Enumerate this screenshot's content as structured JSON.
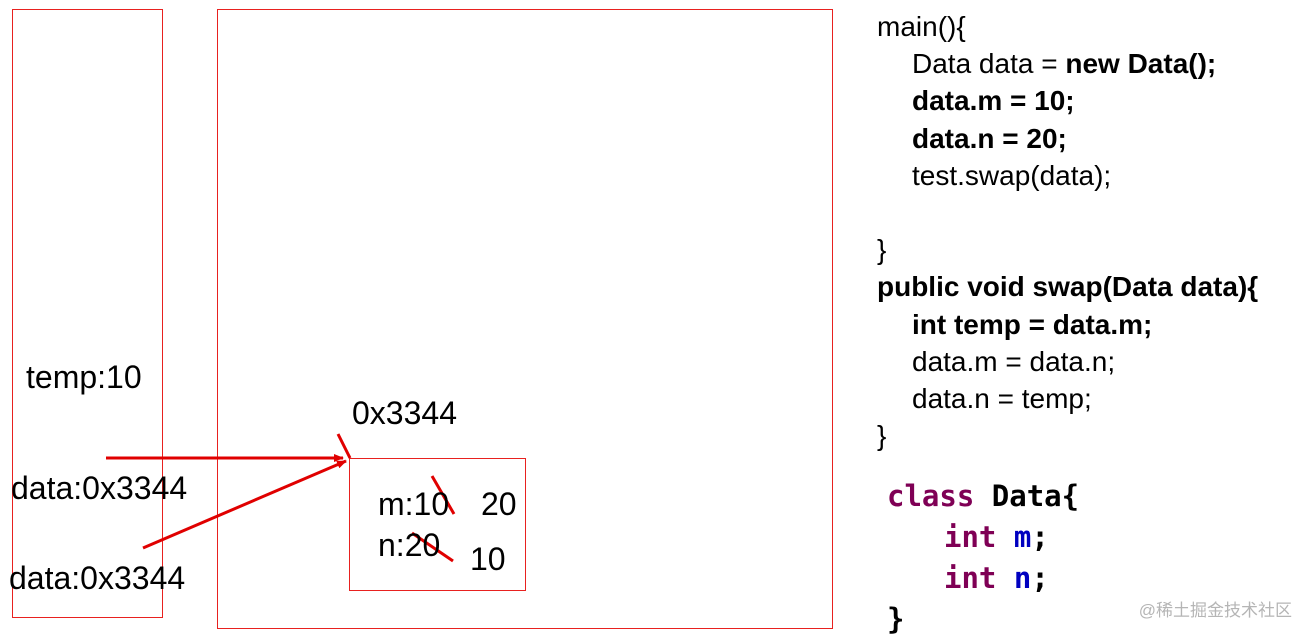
{
  "diagram": {
    "stack_labels": {
      "temp": "temp:10",
      "data_main": "data:0x3344",
      "data_swap": "data:0x3344"
    },
    "heap": {
      "address": "0x3344",
      "field_m": "m:10",
      "field_n": "n:20",
      "new_m": "20",
      "new_n": "10"
    },
    "colors": {
      "lines": "#e8211f",
      "arrows": "#e00000"
    }
  },
  "code": {
    "main_line1": "main(){",
    "main_line2_plain": "Data data = ",
    "main_line2_bold": "new Data();",
    "main_line3": "data.m = 10;",
    "main_line4": "data.n = 20;",
    "main_line5": "test.swap(data);",
    "main_close": "}",
    "swap_sig": "public void swap(Data data){",
    "swap_line1": "int temp = data.m;",
    "swap_line2": "data.m = data.n;",
    "swap_line3": "data.n = temp;",
    "swap_close": "}"
  },
  "class_code": {
    "kw_class": "class",
    "class_name": " Data{",
    "kw_int1": "int",
    "field_m": "m",
    "semi1": ";",
    "kw_int2": "int",
    "field_n": "n",
    "semi2": ";",
    "close": "}",
    "colors": {
      "keyword": "#7f0055",
      "field": "#0000c0"
    }
  },
  "watermark": "@稀土掘金技术社区"
}
